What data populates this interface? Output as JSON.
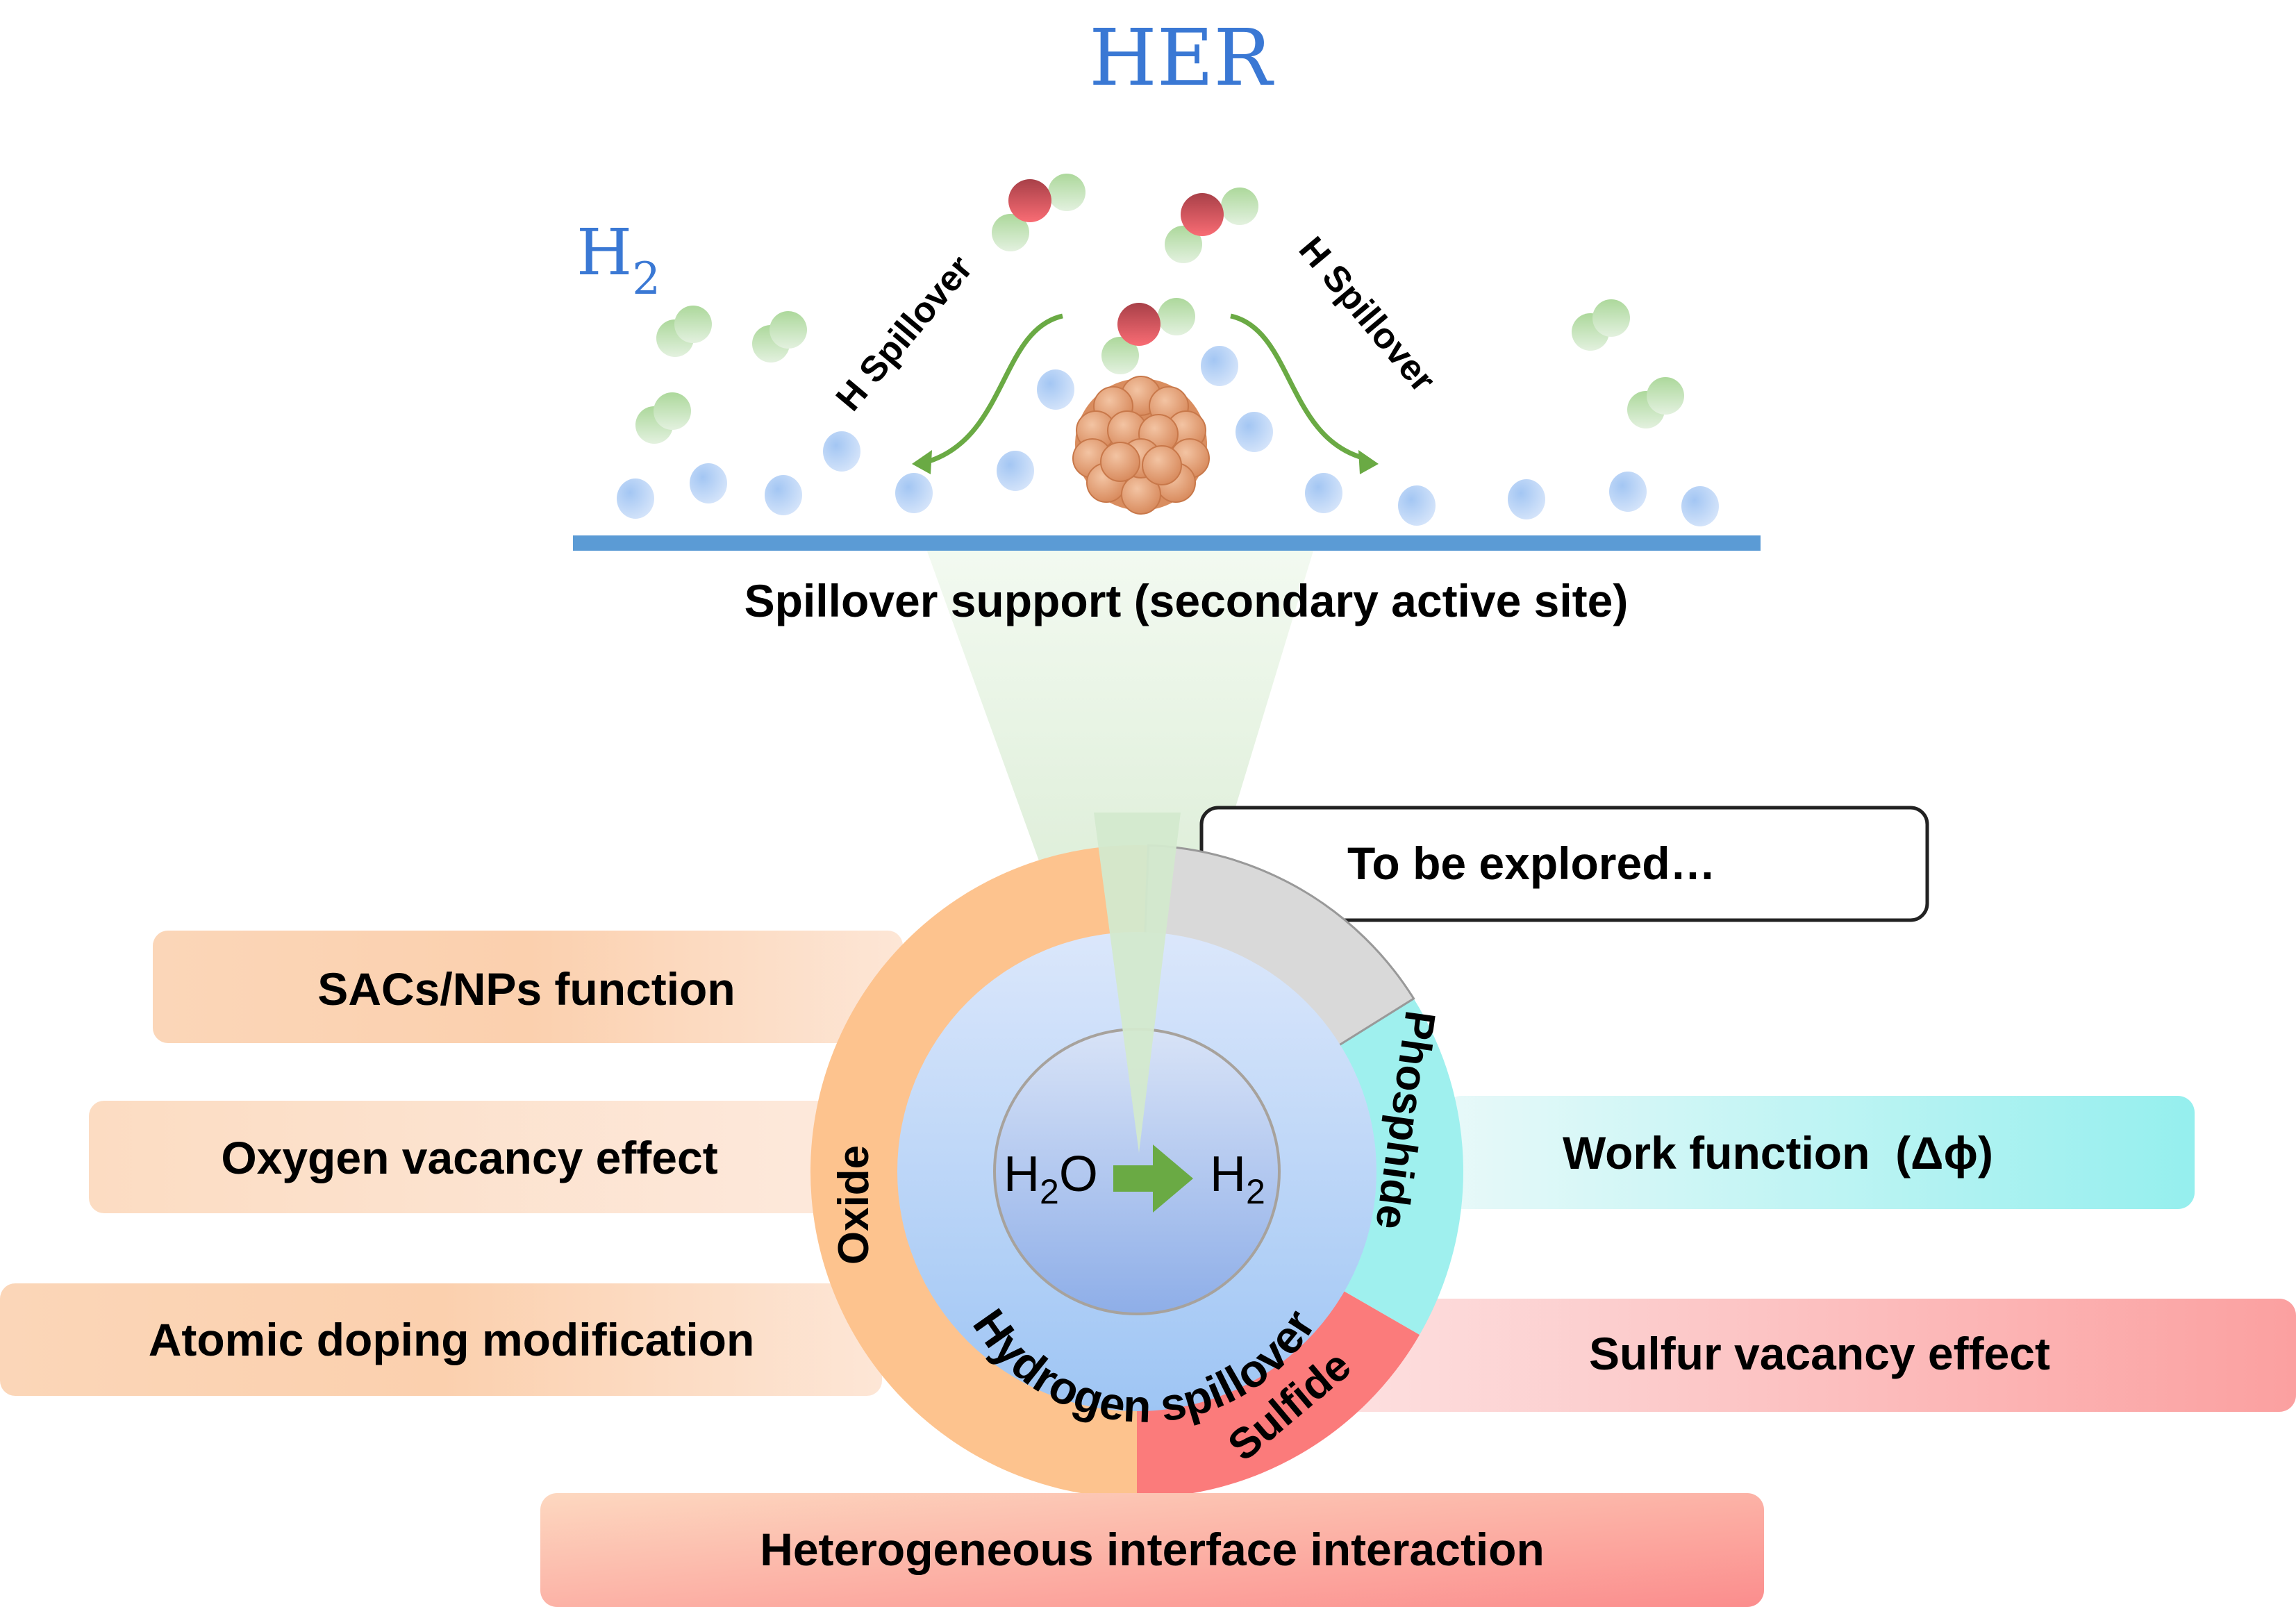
{
  "top_panel": {
    "title": "HER",
    "h2_label_main": "H",
    "h2_label_sub": "2",
    "spillover_left": "H Spillover",
    "spillover_right": "H Spillover",
    "support_label": "Spillover support (secondary active site)",
    "colors": {
      "title": "#3a78d4",
      "support_bar": "#5b9bd5",
      "arrow": "#6aaa44",
      "h_atom": "#a9cdf5",
      "h2_molecule": "#b5dca6",
      "oxygen": "#e25b63",
      "nanoparticle": "#e09b6e",
      "funnel": "#d3e9cd"
    }
  },
  "center": {
    "reaction_left_main": "H",
    "reaction_left_sub": "2",
    "reaction_left_tail": "O",
    "reaction_right_main": "H",
    "reaction_right_sub": "2",
    "ring_label": "Hydrogen spillover",
    "colors": {
      "inner": "#a5c3f0",
      "ring": "#b7d3f7",
      "arrow": "#6aaa44"
    }
  },
  "segments": [
    {
      "name": "Oxide",
      "color": "#fdc38e"
    },
    {
      "name": "Sulfide",
      "color": "#fb7b7b"
    },
    {
      "name": "Phosphide",
      "color": "#9ff0ee"
    },
    {
      "name": "",
      "color": "#d9d9d9"
    }
  ],
  "boxes": {
    "explore": "To be explored…",
    "oxide": [
      "SACs/NPs function",
      "Oxygen vacancy effect",
      "Atomic doping modification"
    ],
    "phosphide": "Work function  (Δϕ)",
    "sulfide": "Sulfur vacancy effect",
    "bottom": "Heterogeneous interface interaction"
  }
}
